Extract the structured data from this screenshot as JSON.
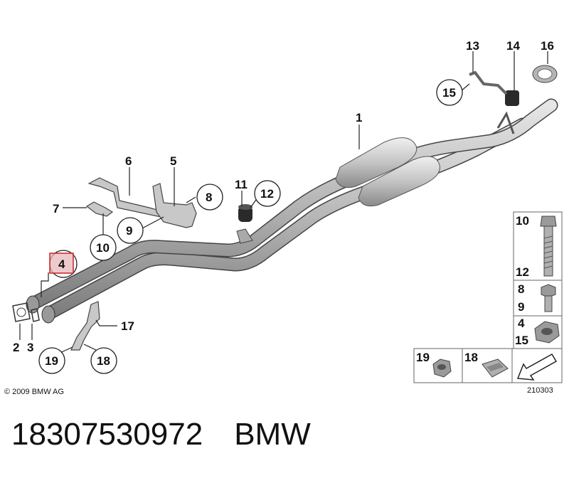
{
  "diagram": {
    "copyright": "© 2009 BMW AG",
    "drawing_id": "210303",
    "highlighted_callout": "4",
    "callouts": [
      "1",
      "2",
      "3",
      "4",
      "5",
      "6",
      "7",
      "8",
      "9",
      "10",
      "11",
      "12",
      "13",
      "14",
      "15",
      "16",
      "17",
      "18",
      "19"
    ],
    "legend_cells": {
      "bolt": {
        "top": "10",
        "bottom": "12"
      },
      "hex_bolt": {
        "top": "8",
        "bottom": "9"
      },
      "nut": {
        "top": "4",
        "bottom": "15"
      },
      "flange_nut": {
        "top": "19"
      },
      "clip": {
        "top": "18"
      }
    },
    "colors": {
      "highlight_fill": "#e8b4b8",
      "highlight_stroke": "#cc2222",
      "part_fill": "#bfbfbf",
      "line": "#222222"
    }
  },
  "caption": {
    "part_number": "18307530972",
    "brand": "BMW"
  }
}
